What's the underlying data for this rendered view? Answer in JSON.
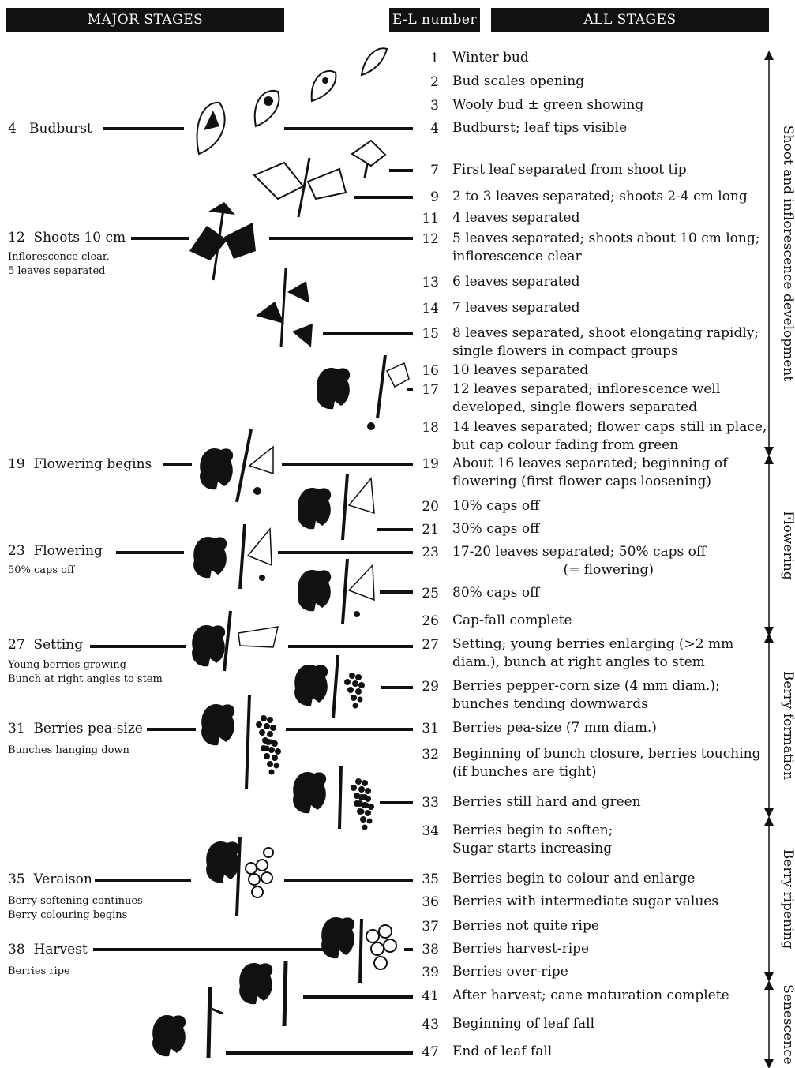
{
  "header": {
    "major_stages": "MAJOR STAGES",
    "el_number": "E-L number",
    "all_stages": "ALL STAGES"
  },
  "stages": [
    {
      "n": "1",
      "text": "Winter bud"
    },
    {
      "n": "2",
      "text": "Bud scales opening"
    },
    {
      "n": "3",
      "text": "Wooly bud ± green showing"
    },
    {
      "n": "4",
      "text": "Budburst; leaf tips visible"
    },
    {
      "n": "7",
      "text": "First leaf separated from shoot tip"
    },
    {
      "n": "9",
      "text": "2 to 3 leaves separated; shoots 2-4 cm long"
    },
    {
      "n": "11",
      "text": "4 leaves separated"
    },
    {
      "n": "12",
      "text": "5 leaves separated; shoots about 10 cm long;\ninflorescence clear"
    },
    {
      "n": "13",
      "text": "6 leaves separated"
    },
    {
      "n": "14",
      "text": "7 leaves separated"
    },
    {
      "n": "15",
      "text": "8 leaves separated, shoot elongating rapidly;\nsingle flowers in compact groups"
    },
    {
      "n": "16",
      "text": "10 leaves separated"
    },
    {
      "n": "17",
      "text": "12 leaves separated; inflorescence well\ndeveloped, single flowers separated"
    },
    {
      "n": "18",
      "text": "14 leaves separated; flower caps still in place,\nbut cap colour fading from green"
    },
    {
      "n": "19",
      "text": "About 16 leaves separated; beginning of\nflowering (first flower caps loosening)"
    },
    {
      "n": "20",
      "text": "10% caps off"
    },
    {
      "n": "21",
      "text": "30% caps off"
    },
    {
      "n": "23",
      "text": "17-20 leaves separated; 50% caps off\n                          (= flowering)"
    },
    {
      "n": "25",
      "text": "80% caps off"
    },
    {
      "n": "26",
      "text": "Cap-fall complete"
    },
    {
      "n": "27",
      "text": "Setting; young berries enlarging (>2 mm\ndiam.), bunch at right angles to stem"
    },
    {
      "n": "29",
      "text": "Berries pepper-corn size (4 mm diam.);\nbunches tending downwards"
    },
    {
      "n": "31",
      "text": "Berries pea-size (7 mm diam.)"
    },
    {
      "n": "32",
      "text": "Beginning of bunch closure, berries touching\n(if bunches are tight)"
    },
    {
      "n": "33",
      "text": "Berries still hard and green"
    },
    {
      "n": "34",
      "text": "Berries begin to soften;\nSugar starts increasing"
    },
    {
      "n": "35",
      "text": "Berries begin to colour and enlarge"
    },
    {
      "n": "36",
      "text": "Berries with intermediate sugar values"
    },
    {
      "n": "37",
      "text": "Berries not quite ripe"
    },
    {
      "n": "38",
      "text": "Berries harvest-ripe"
    },
    {
      "n": "39",
      "text": "Berries over-ripe"
    },
    {
      "n": "41",
      "text": "After harvest; cane maturation complete"
    },
    {
      "n": "43",
      "text": "Beginning of leaf fall"
    },
    {
      "n": "47",
      "text": "End of leaf fall"
    }
  ],
  "major": [
    {
      "label": "4   Budburst",
      "sub": ""
    },
    {
      "label": "12  Shoots 10 cm",
      "sub": "Inflorescence clear,\n5 leaves separated"
    },
    {
      "label": "19  Flowering begins",
      "sub": ""
    },
    {
      "label": "23  Flowering",
      "sub": "50% caps off"
    },
    {
      "label": "27  Setting",
      "sub": "Young berries growing\nBunch at right angles to stem"
    },
    {
      "label": "31  Berries pea-size",
      "sub": "Bunches hanging down"
    },
    {
      "label": "35  Veraison",
      "sub": "Berry softening continues\nBerry colouring begins"
    },
    {
      "label": "38  Harvest",
      "sub": "Berries ripe"
    }
  ],
  "periods": [
    "Shoot and inflorescence development",
    "Flowering",
    "Berry formation",
    "Berry ripening",
    "Senescence"
  ]
}
